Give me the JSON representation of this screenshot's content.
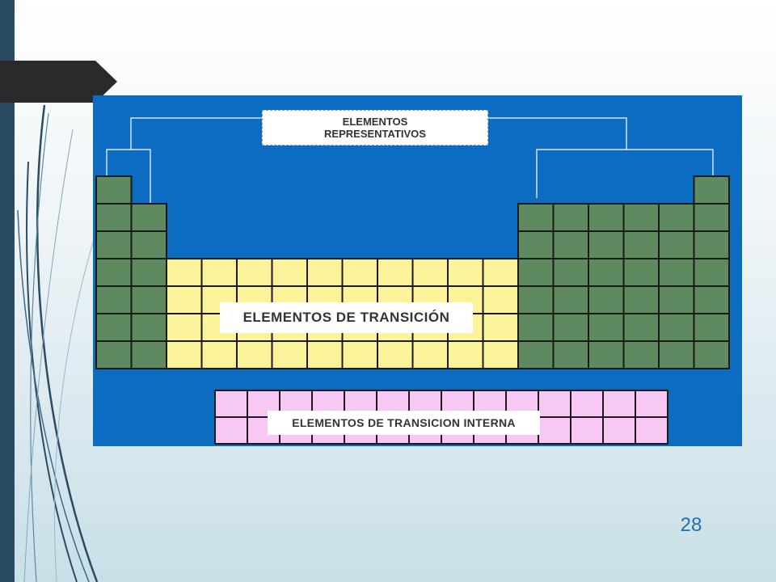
{
  "labels": {
    "representativos_line1": "ELEMENTOS",
    "representativos_line2": "REPRESENTATIVOS",
    "transicion": "ELEMENTOS DE TRANSICIÓN",
    "transicion_interna": "ELEMENTOS DE TRANSICION INTERNA"
  },
  "slide_number": "28",
  "colors": {
    "panel_background": "#0b6cc2",
    "representative_block": "#5f8a5f",
    "transition_block": "#fbf29a",
    "inner_transition_block": "#f8c8f4",
    "grid_line": "#1a1a1a",
    "side_bar": "#2b4b63",
    "slide_number": "#1f6fb2"
  }
}
